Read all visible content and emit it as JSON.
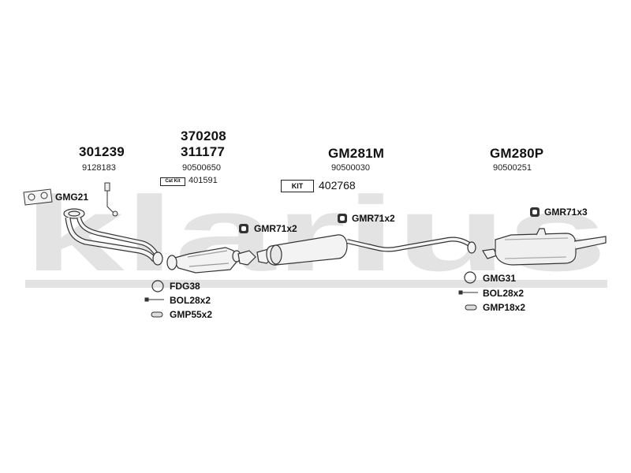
{
  "watermark": "klarius",
  "part_numbers": {
    "front_pipe": "301239",
    "catalyst_top": "370208",
    "catalyst": "311177",
    "centre_silencer": "GM281M",
    "rear_silencer": "GM280P"
  },
  "oem_numbers": {
    "front_pipe": "9128183",
    "catalyst": "90500650",
    "centre_silencer": "90500030",
    "rear_silencer": "90500251"
  },
  "kits": {
    "cat_kit_label": "Cat Kit",
    "cat_kit_number": "401591",
    "kit_label": "KIT",
    "kit_number": "402768"
  },
  "fittings": {
    "gasket_front": "GMG21",
    "rubber_centre_left": "GMR71x2",
    "rubber_centre_right": "GMR71x2",
    "rubber_rear": "GMR71x3",
    "flange_gasket": "FDG38",
    "bolts_left": "BOL28x2",
    "clamps_left": "GMP55x2",
    "gasket_rear": "GMG31",
    "bolts_right": "BOL28x2",
    "clamps_right": "GMP18x2"
  }
}
